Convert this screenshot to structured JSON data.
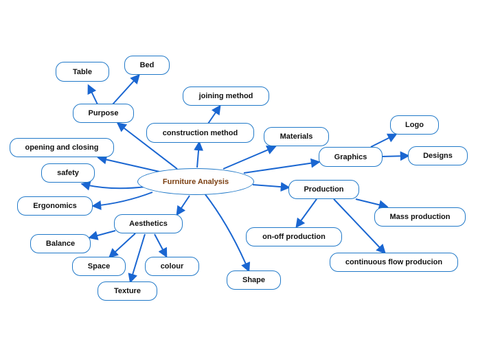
{
  "center": "Furniture Analysis",
  "nodes": {
    "table": "Table",
    "bed": "Bed",
    "purpose": "Purpose",
    "joining": "joining method",
    "construction": "construction method",
    "materials": "Materials",
    "logo": "Logo",
    "graphics": "Graphics",
    "designs": "Designs",
    "opening": "opening and closing",
    "safety": "safety",
    "ergonomics": "Ergonomics",
    "production": "Production",
    "mass": "Mass production",
    "onoff": "on-off production",
    "continuous": "continuous flow producion",
    "aesthetics": "Aesthetics",
    "balance": "Balance",
    "space": "Space",
    "colour": "colour",
    "texture": "Texture",
    "shape": "Shape"
  },
  "colors": {
    "line": "#1a66d1",
    "border": "#1f78c8",
    "center_text": "#7a3e10"
  }
}
